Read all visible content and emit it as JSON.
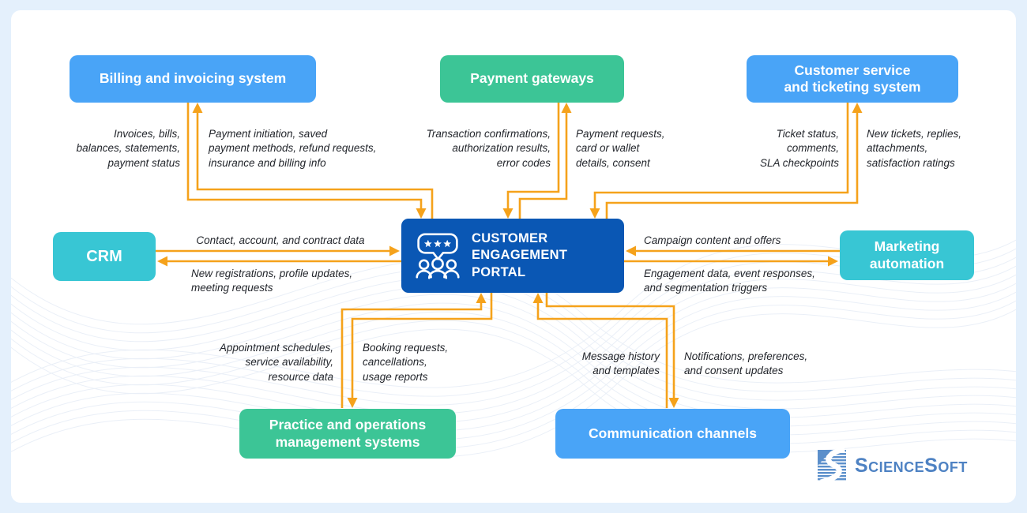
{
  "canvas": {
    "background": "#ffffff",
    "frame_color": "#e4f0fc",
    "arrow_color": "#f5a21b",
    "wave_color": "#dde6f3",
    "label_text_color": "#23262c"
  },
  "nodes": {
    "billing": {
      "label": "Billing and invoicing system",
      "color": "#49a4f7"
    },
    "payment_gateways": {
      "label": "Payment gateways",
      "color": "#3cc596"
    },
    "customer_service": {
      "label": "Customer service\nand ticketing system",
      "color": "#49a4f7"
    },
    "crm": {
      "label": "CRM",
      "color": "#38c6d4"
    },
    "portal": {
      "label": "CUSTOMER\nENGAGEMENT\nPORTAL",
      "color": "#0a57b4"
    },
    "marketing": {
      "label": "Marketing\nautomation",
      "color": "#38c6d4"
    },
    "practice": {
      "label": "Practice and operations\nmanagement systems",
      "color": "#3cc596"
    },
    "communication": {
      "label": "Communication channels",
      "color": "#49a4f7"
    }
  },
  "edge_labels": {
    "billing_to_portal": "Invoices, bills,\nbalances, statements,\npayment status",
    "portal_to_billing": "Payment initiation, saved\npayment methods, refund requests,\ninsurance and billing info",
    "gateways_to_portal": "Transaction confirmations,\nauthorization results,\nerror codes",
    "portal_to_gateways": "Payment requests,\ncard or wallet\ndetails, consent",
    "service_to_portal": "Ticket status,\ncomments,\nSLA checkpoints",
    "portal_to_service": "New tickets, replies,\nattachments,\nsatisfaction ratings",
    "crm_to_portal": "Contact, account, and contract data",
    "portal_to_crm": "New registrations, profile updates,\nmeeting requests",
    "marketing_to_portal": "Campaign content and offers",
    "portal_to_marketing": "Engagement data, event responses,\nand segmentation triggers",
    "practice_to_portal": "Appointment schedules,\nservice availability,\nresource data",
    "portal_to_practice": "Booking requests,\ncancellations,\nusage reports",
    "communication_to_portal": "Message history\nand templates",
    "portal_to_communication": "Notifications, preferences,\nand consent updates"
  },
  "logo": {
    "text": "ScienceSoft",
    "color": "#4e82c3"
  }
}
